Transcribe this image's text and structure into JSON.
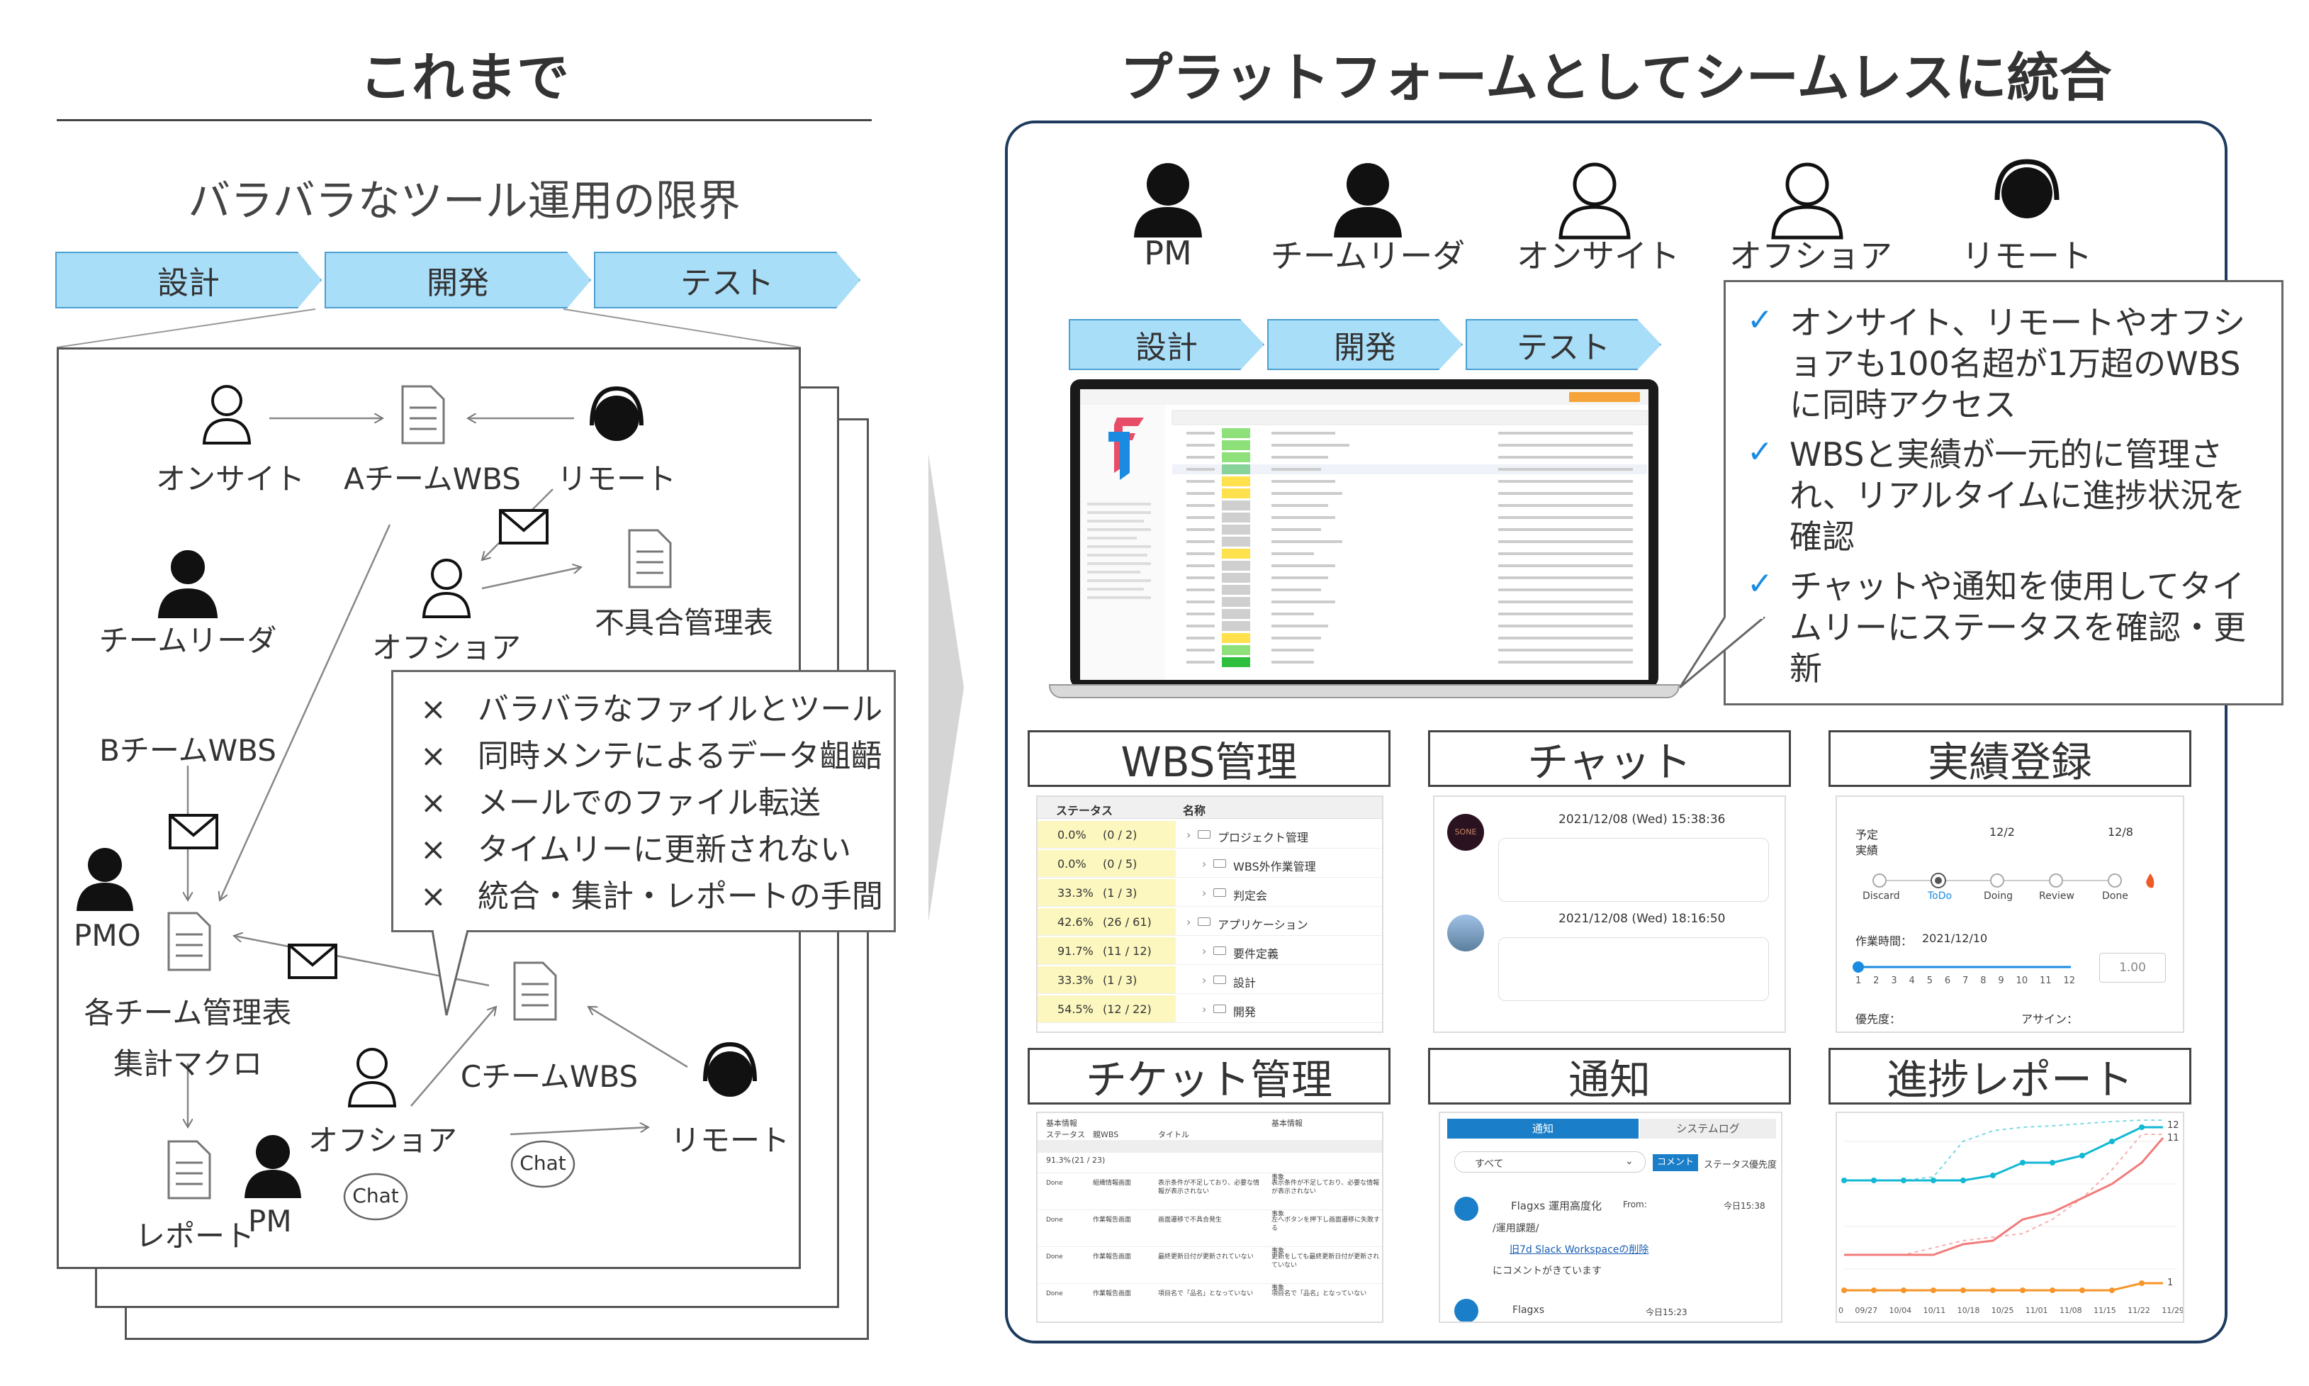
{
  "left": {
    "title": "これまで",
    "subtitle": "バラバラなツール運用の限界",
    "phases": [
      "設計",
      "開発",
      "テスト"
    ],
    "roles": {
      "onsite": "オンサイト",
      "remote1": "リモート",
      "team_leader": "チームリーダ",
      "offshore1": "オフショア",
      "pmo": "PMO",
      "offshore2": "オフショア",
      "remote2": "リモート",
      "pm": "PM"
    },
    "docs": {
      "a_wbs": "AチームWBS",
      "defect": "不具合管理表",
      "b_wbs": "BチームWBS",
      "team_sheets": "各チーム管理表",
      "macro": "集計マクロ",
      "c_wbs": "CチームWBS",
      "report": "レポート"
    },
    "chat_bubbles": [
      "Chat",
      "Chat"
    ],
    "problems": [
      "×　バラバラなファイルとツール",
      "×　同時メンテによるデータ齟齬",
      "×　メールでのファイル転送",
      "×　タイムリーに更新されない",
      "×　統合・集計・レポートの手間"
    ]
  },
  "right": {
    "title": "プラットフォームとしてシームレスに統合",
    "roles": [
      "PM",
      "チームリーダ",
      "オンサイト",
      "オフショア",
      "リモート"
    ],
    "phases": [
      "設計",
      "開発",
      "テスト"
    ],
    "benefits": [
      "オンサイト、リモートやオフショアも100名超が1万超のWBSに同時アクセス",
      "WBSと実績が一元的に管理され、リアルタイムに進捗状況を確認",
      "チャットや通知を使用してタイムリーにステータスを確認・更新"
    ],
    "features": [
      "WBS管理",
      "チャット",
      "実績登録",
      "チケット管理",
      "通知",
      "進捗レポート"
    ],
    "wbs_thumb": {
      "headers": [
        "ステータス",
        "名称"
      ],
      "rows": [
        {
          "pct": "0.0%",
          "cnt": "(0 / 2)",
          "name": "プロジェクト管理"
        },
        {
          "pct": "0.0%",
          "cnt": "(0 / 5)",
          "name": "WBS外作業管理"
        },
        {
          "pct": "33.3%",
          "cnt": "(1 / 3)",
          "name": "判定会"
        },
        {
          "pct": "42.6%",
          "cnt": "(26 / 61)",
          "name": "アプリケーション"
        },
        {
          "pct": "91.7%",
          "cnt": "(11 / 12)",
          "name": "要件定義"
        },
        {
          "pct": "33.3%",
          "cnt": "(1 / 3)",
          "name": "設計"
        },
        {
          "pct": "54.5%",
          "cnt": "(12 / 22)",
          "name": "開発"
        }
      ]
    },
    "chat_thumb": {
      "stamps": [
        "2021/12/08 (Wed) 15:38:36",
        "2021/12/08 (Wed) 18:16:50"
      ],
      "avatar_text": "SONE"
    },
    "actual_thumb": {
      "labels": [
        "予定",
        "実績"
      ],
      "dates": [
        "12/2",
        "12/8"
      ],
      "steps": [
        "Discard",
        "ToDo",
        "Doing",
        "Review",
        "Done"
      ],
      "work_time_label": "作業時間：",
      "work_date": "2021/12/10",
      "scale": [
        "1",
        "2",
        "3",
        "4",
        "5",
        "6",
        "7",
        "8",
        "9",
        "10",
        "11",
        "12"
      ],
      "hours": "1.00",
      "priority_label": "優先度：",
      "assignee_label": "アサイン："
    },
    "ticket_thumb": {
      "header_left": "基本情報",
      "header_right": "基本情報",
      "cols": [
        "ステータス",
        "親WBS",
        "タイトル"
      ],
      "pct": "91.3%",
      "pct_count": "(21 / 23)",
      "subject": "事象",
      "rows": [
        {
          "status": "Done",
          "wbs": "組織情報画面",
          "title": "表示条件が不足しており、必要な情報が表示されない",
          "desc": "表示条件が不足しており、必要な情報が表示されない"
        },
        {
          "status": "Done",
          "wbs": "作業報告画面",
          "title": "画面遷移で不具合発生",
          "desc": "左へボタンを押下し画面遷移に失敗する"
        },
        {
          "status": "Done",
          "wbs": "作業報告画面",
          "title": "最終更新日付が更新されていない",
          "desc": "更新をしても最終更新日付が更新されていない"
        },
        {
          "status": "Done",
          "wbs": "作業報告画面",
          "title": "項目名で「品名」となっていない",
          "desc": "項目名で「品名」となっていない"
        }
      ]
    },
    "notice_thumb": {
      "tabs": [
        "通知",
        "システムログ"
      ],
      "filter": "すべて",
      "chips": [
        "コメント",
        "ステータス",
        "優先度"
      ],
      "item_title": "Flagxs 運用高度化",
      "from": "From:",
      "date": "今日15:38",
      "path": "/運用課題/",
      "link": "旧7d Slack Workspaceの削除",
      "note": "にコメントがきています",
      "item2": "Flagxs",
      "date2": "今日15:23"
    },
    "report_thumb": {
      "x_labels": [
        "0",
        "09/27",
        "10/04",
        "10/11",
        "10/18",
        "10/25",
        "11/01",
        "11/08",
        "11/15",
        "11/22",
        "11/29"
      ],
      "end_labels": [
        "12",
        "11",
        "1"
      ]
    }
  }
}
